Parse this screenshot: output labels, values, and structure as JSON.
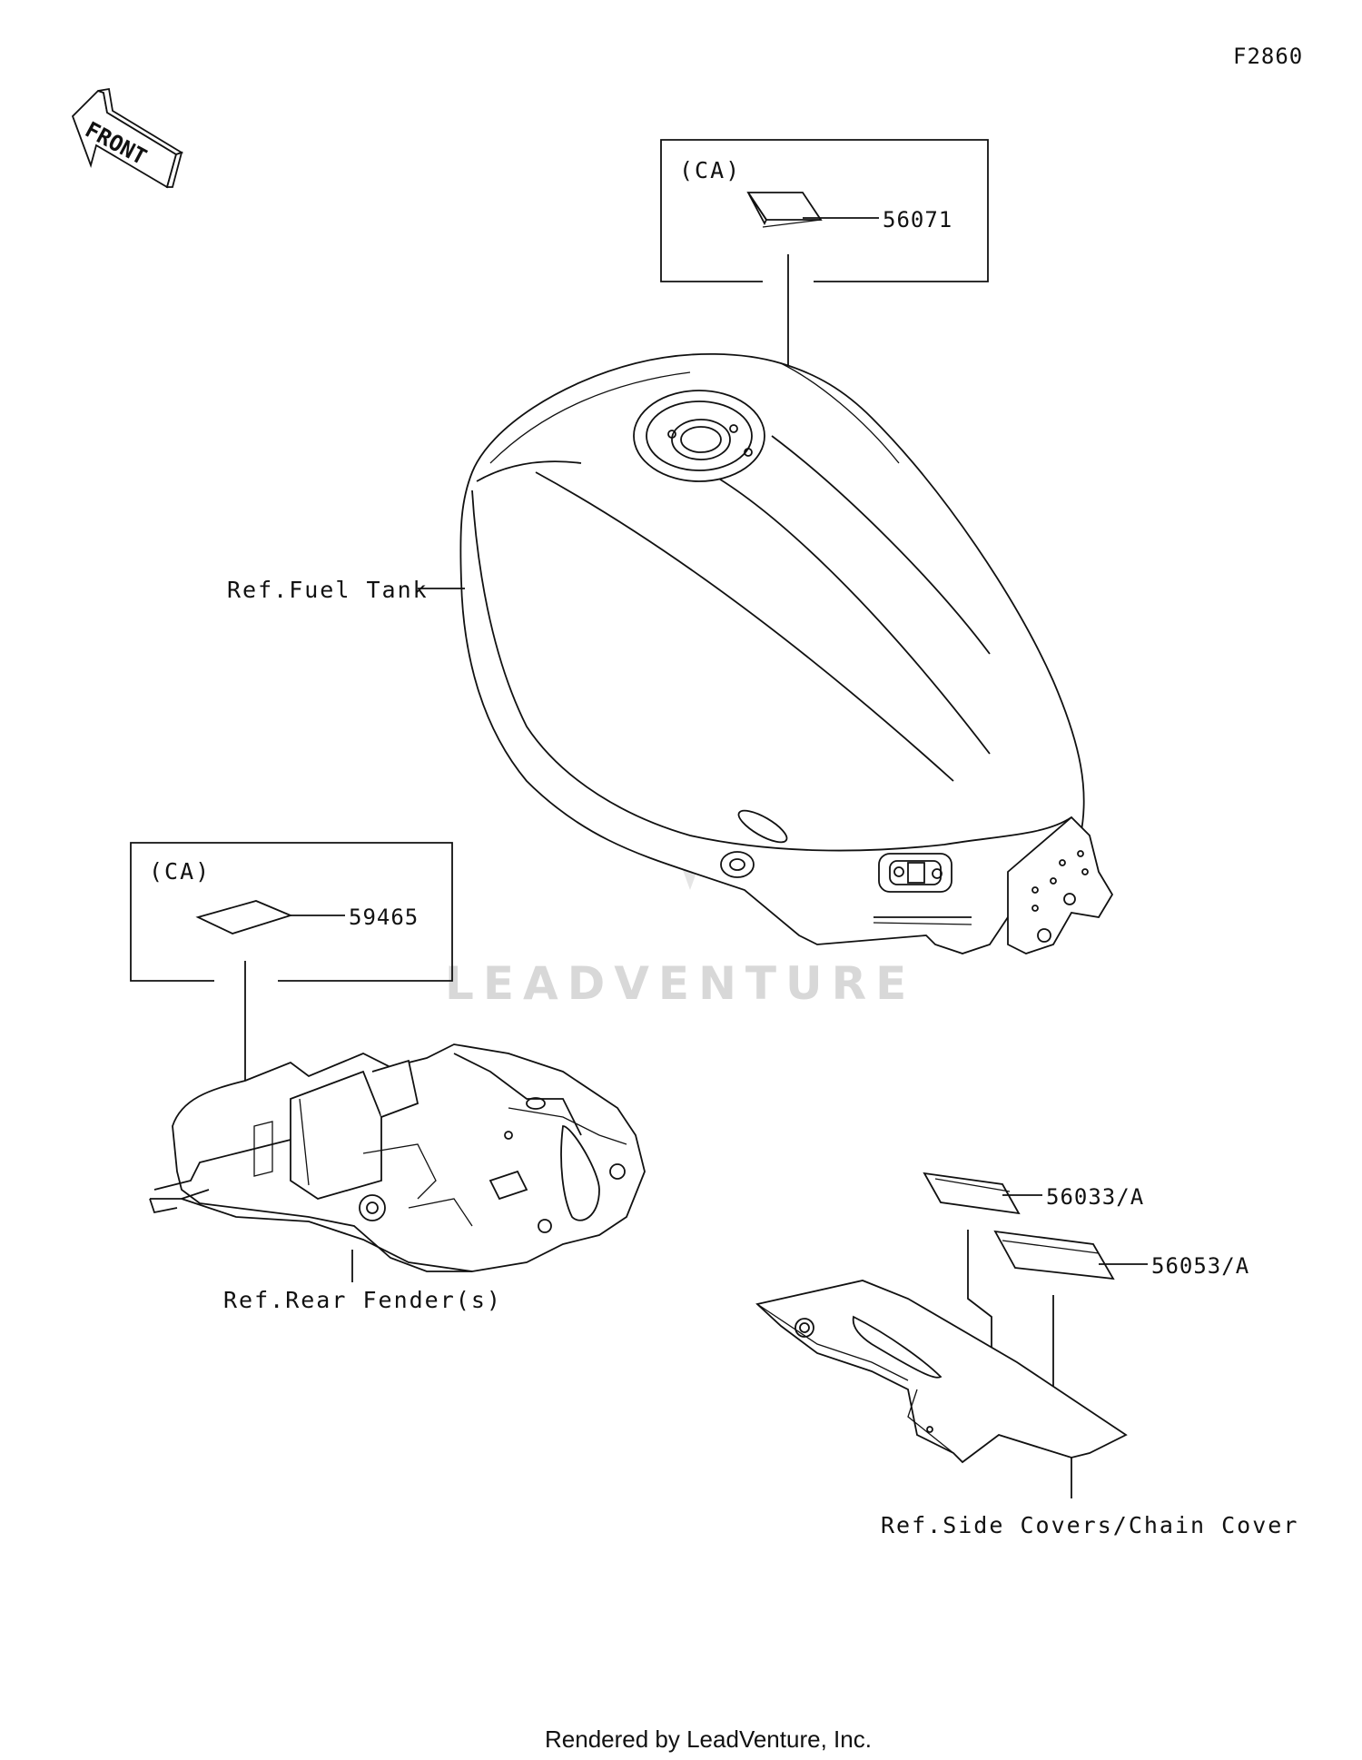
{
  "diagram_code": "F2860",
  "front_arrow_label": "FRONT",
  "watermark": "LEADVENTURE",
  "footer": "Rendered by LeadVenture, Inc.",
  "callouts": {
    "tank_region": "(CA)",
    "tank_label_part": "56071",
    "fender_region": "(CA)",
    "fender_label_part": "59465",
    "side_label_1": "56033/A",
    "side_label_2": "56053/A"
  },
  "references": {
    "fuel_tank": "Ref.Fuel Tank",
    "rear_fender": "Ref.Rear Fender(s)",
    "side_covers": "Ref.Side Covers/Chain Cover"
  }
}
